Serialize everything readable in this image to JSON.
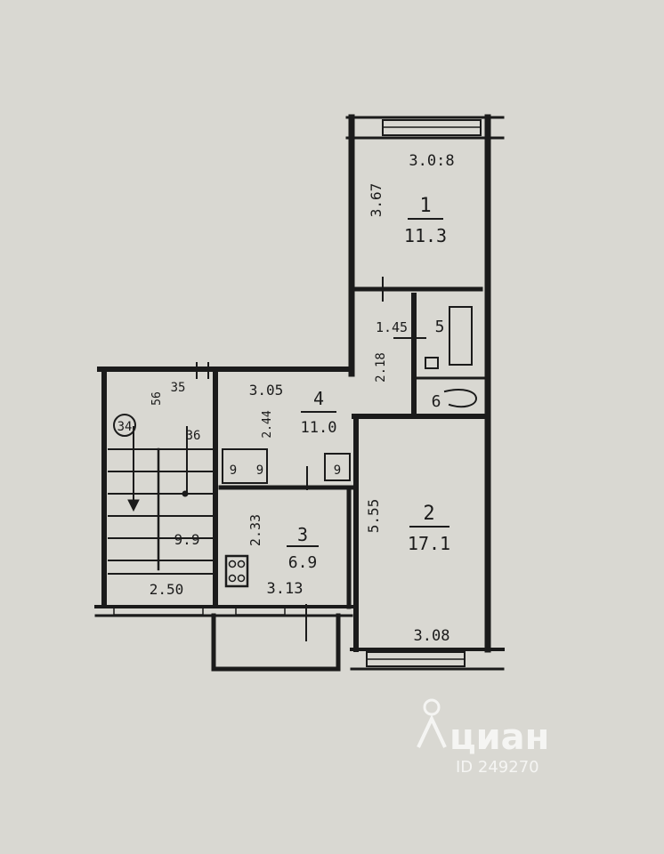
{
  "floorplan": {
    "rooms": [
      {
        "number": "1",
        "area": "11.3",
        "width": "3.0:8",
        "length": "3.67"
      },
      {
        "number": "2",
        "area": "17.1",
        "width": "3.08",
        "length": "5.55"
      },
      {
        "number": "3",
        "area": "6.9",
        "width": "3.13",
        "length": "2.33"
      },
      {
        "number": "4",
        "area": "11.0",
        "width": "3.05",
        "length": "2.44"
      },
      {
        "number": "5",
        "width": "1.45",
        "length": "2.18"
      },
      {
        "number": "6"
      }
    ],
    "stairwell": {
      "flat_number": "34",
      "width": "2.50",
      "label": "9.9",
      "dims": [
        "35",
        "56",
        "36"
      ]
    },
    "hall_marks": [
      "9",
      "9",
      "9"
    ]
  },
  "watermark": {
    "brand": "циан",
    "id_text": "ID 249270"
  },
  "colors": {
    "paper": "#d9d8d2",
    "ink": "#1b1b1b"
  }
}
